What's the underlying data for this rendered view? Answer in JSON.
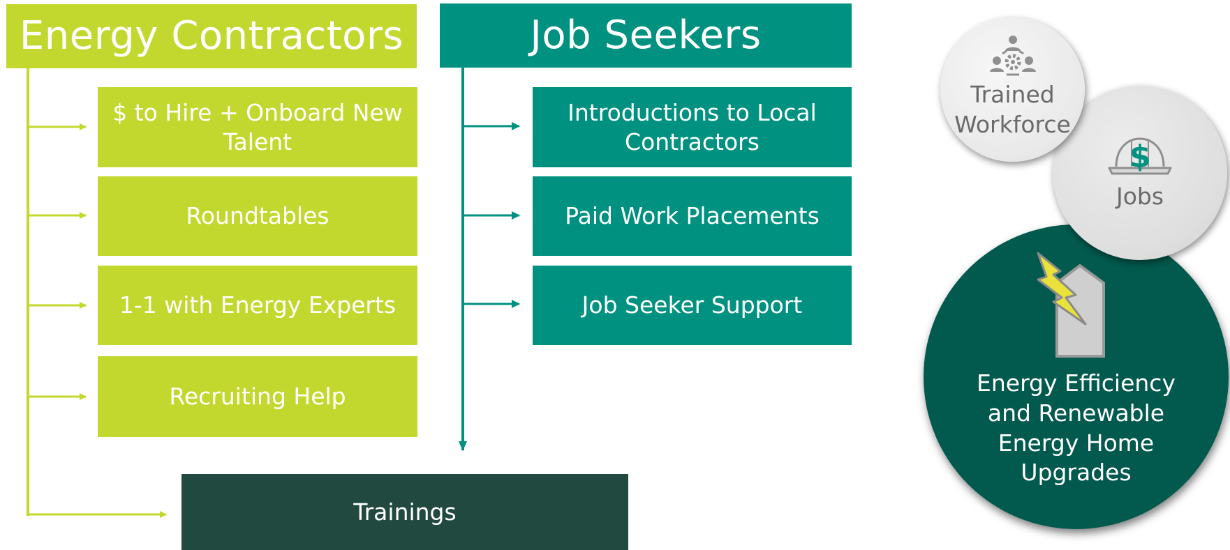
{
  "columns": {
    "contractors": {
      "title": "Energy Contractors",
      "items": [
        "$ to Hire + Onboard New Talent",
        "Roundtables",
        "1-1 with Energy Experts",
        "Recruiting Help"
      ]
    },
    "seekers": {
      "title": "Job Seekers",
      "items": [
        "Introductions to Local Contractors",
        "Paid Work Placements",
        "Job Seeker Support"
      ]
    }
  },
  "trainings": "Trainings",
  "circles": {
    "trained": {
      "label": "Trained Workforce",
      "icon": "team-gear-icon"
    },
    "jobs": {
      "label": "Jobs",
      "icon": "hardhat-dollar-icon",
      "symbol": "$"
    },
    "energy": {
      "label": "Energy Efficiency and Renewable Energy Home Upgrades",
      "icon": "house-lightning-icon"
    }
  },
  "colors": {
    "lime": "#c3d82e",
    "teal": "#009180",
    "dark_green": "#22493f",
    "circle_dark": "#02594d",
    "circle_light": "#e9e9e9"
  }
}
